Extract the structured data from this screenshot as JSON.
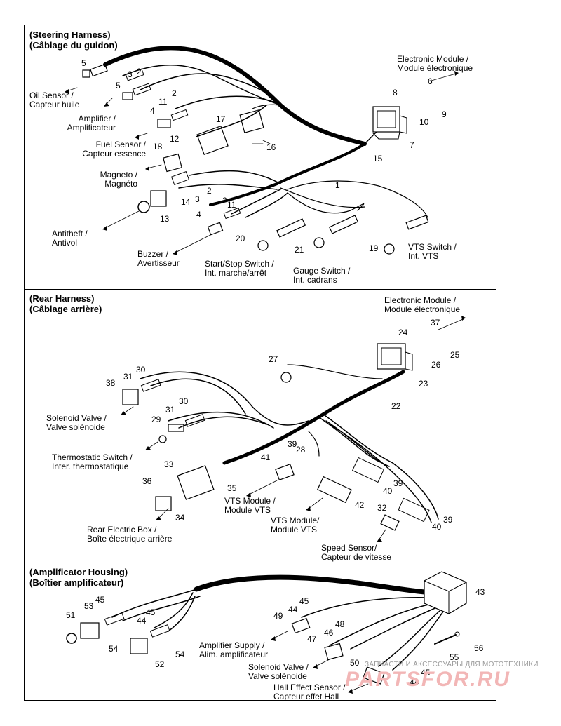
{
  "sections": {
    "steering": {
      "title": [
        "(Steering Harness)",
        "(Câblage du guidon)"
      ]
    },
    "rear": {
      "title": [
        "(Rear Harness)",
        "(Câblage arrière)"
      ]
    },
    "amp": {
      "title": [
        "(Amplificator Housing)",
        "(Boîtier amplificateur)"
      ]
    }
  },
  "labels": {
    "oil_sensor": [
      "Oil Sensor /",
      "Capteur huile"
    ],
    "amplifier": [
      "Amplifier /",
      "Amplificateur"
    ],
    "fuel_sensor": [
      "Fuel Sensor /",
      "Capteur essence"
    ],
    "magneto": [
      "Magneto /",
      "Magnéto"
    ],
    "antitheft": [
      "Antitheft /",
      "Antivol"
    ],
    "buzzer": [
      "Buzzer /",
      "Avertisseur"
    ],
    "start_stop": [
      "Start/Stop Switch /",
      "Int. marche/arrêt"
    ],
    "gauge_switch": [
      "Gauge Switch /",
      "Int. cadrans"
    ],
    "vts_switch": [
      "VTS Switch /",
      "Int. VTS"
    ],
    "emodule_1": [
      "Electronic Module /",
      "Module électronique"
    ],
    "emodule_2": [
      "Electronic Module /",
      "Module électronique"
    ],
    "solenoid_valve": [
      "Solenoid Valve /",
      "Valve solénoide"
    ],
    "thermostatic": [
      "Thermostatic Switch /",
      "Inter. thermostatique"
    ],
    "rear_box": [
      "Rear Electric Box /",
      "Boîte électrique arrière"
    ],
    "vts_module_1": [
      "VTS Module /",
      "Module VTS"
    ],
    "vts_module_2": [
      "VTS Module/",
      "Module VTS"
    ],
    "speed_sensor": [
      "Speed Sensor/",
      "Capteur de vitesse"
    ],
    "amp_supply": [
      "Amplifier Supply /",
      "Alim. amplificateur"
    ],
    "solenoid_valve_2": [
      "Solenoid Valve /",
      "Valve solénoide"
    ],
    "hall_effect": [
      "Hall Effect Sensor /",
      "Capteur effet Hall"
    ]
  },
  "numbers": [
    "1",
    "2",
    "2",
    "2",
    "2",
    "3",
    "3",
    "4",
    "4",
    "5",
    "5",
    "6",
    "7",
    "8",
    "9",
    "10",
    "11",
    "11",
    "12",
    "13",
    "14",
    "15",
    "16",
    "17",
    "18",
    "19",
    "20",
    "21",
    "22",
    "23",
    "24",
    "25",
    "26",
    "27",
    "28",
    "29",
    "30",
    "30",
    "31",
    "31",
    "32",
    "33",
    "34",
    "35",
    "36",
    "37",
    "38",
    "39",
    "39",
    "39",
    "40",
    "40",
    "41",
    "42",
    "43",
    "44",
    "44",
    "44",
    "45",
    "45",
    "45",
    "45",
    "46",
    "47",
    "48",
    "49",
    "50",
    "51",
    "52",
    "53",
    "54",
    "54",
    "55",
    "56"
  ],
  "watermark": {
    "text": "ЗАПЧАСТИ И АКСЕССУАРЫ ДЛЯ МОТОТЕХНИКИ",
    "logo": "PARTSFOR.RU"
  }
}
